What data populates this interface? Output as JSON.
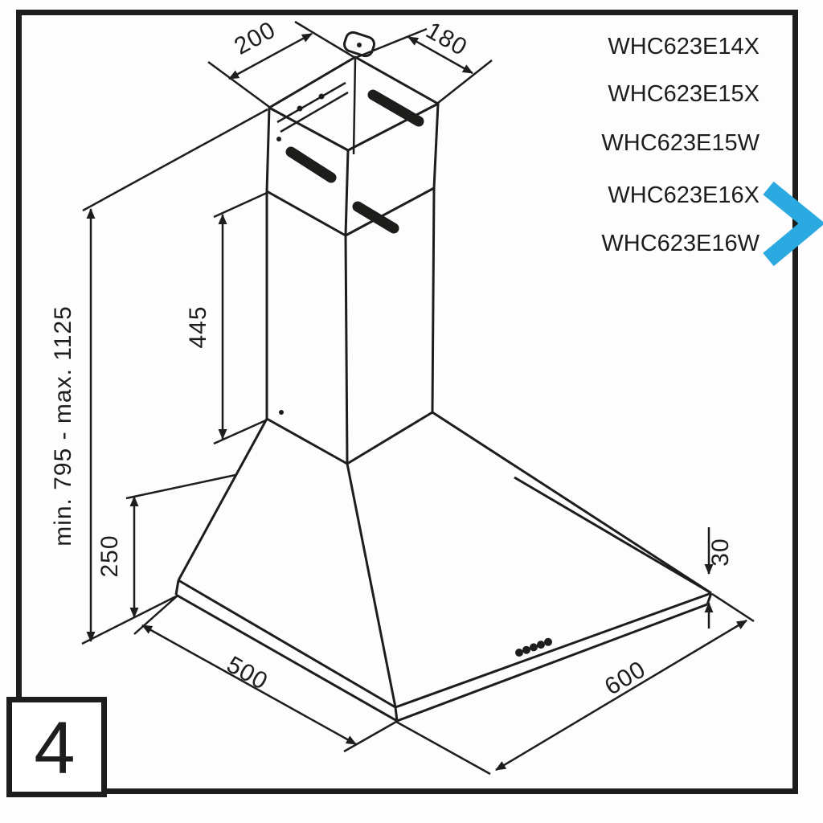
{
  "page_number": "4",
  "models": [
    "WHC623E14X",
    "WHC623E15X",
    "WHC623E15W",
    "WHC623E16X",
    "WHC623E16W"
  ],
  "dims": {
    "top_width": "200",
    "top_depth": "180",
    "chimney_section_height": "445",
    "total_height": "min. 795 - max. 1125",
    "canopy_height": "250",
    "rim_height": "30",
    "hood_width": "500",
    "hood_depth": "600"
  },
  "colors": {
    "accent": "#2BA9E1",
    "line": "#1d1d1b"
  }
}
